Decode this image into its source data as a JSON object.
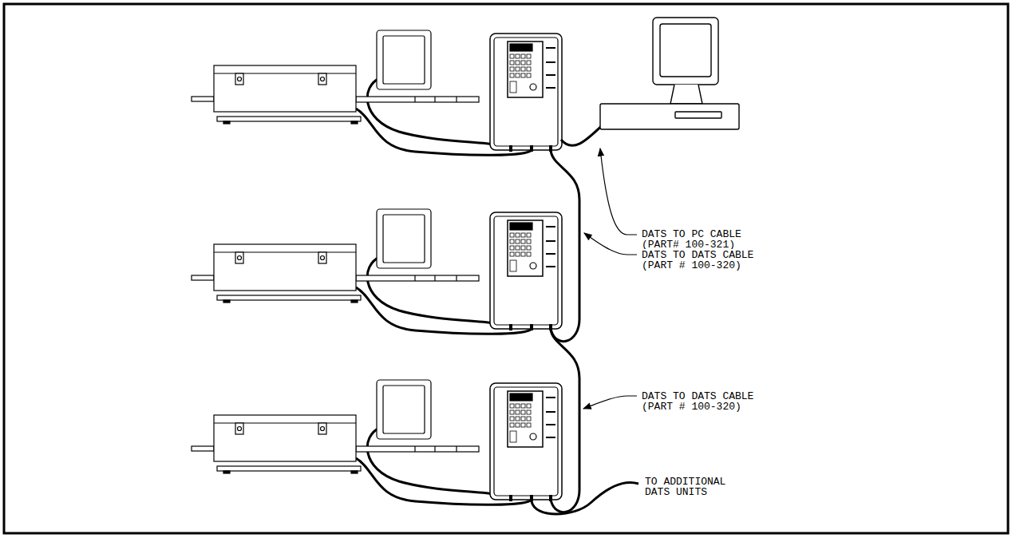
{
  "diagram": {
    "labels": [
      "DATS TO PC CABLE (PART# 100-321)",
      "DATS TO DATS CABLE (PART # 100-320)",
      "DATS TO DATS CABLE (PART # 100-320)",
      "TO ADDITIONAL DATS UNITS"
    ]
  }
}
